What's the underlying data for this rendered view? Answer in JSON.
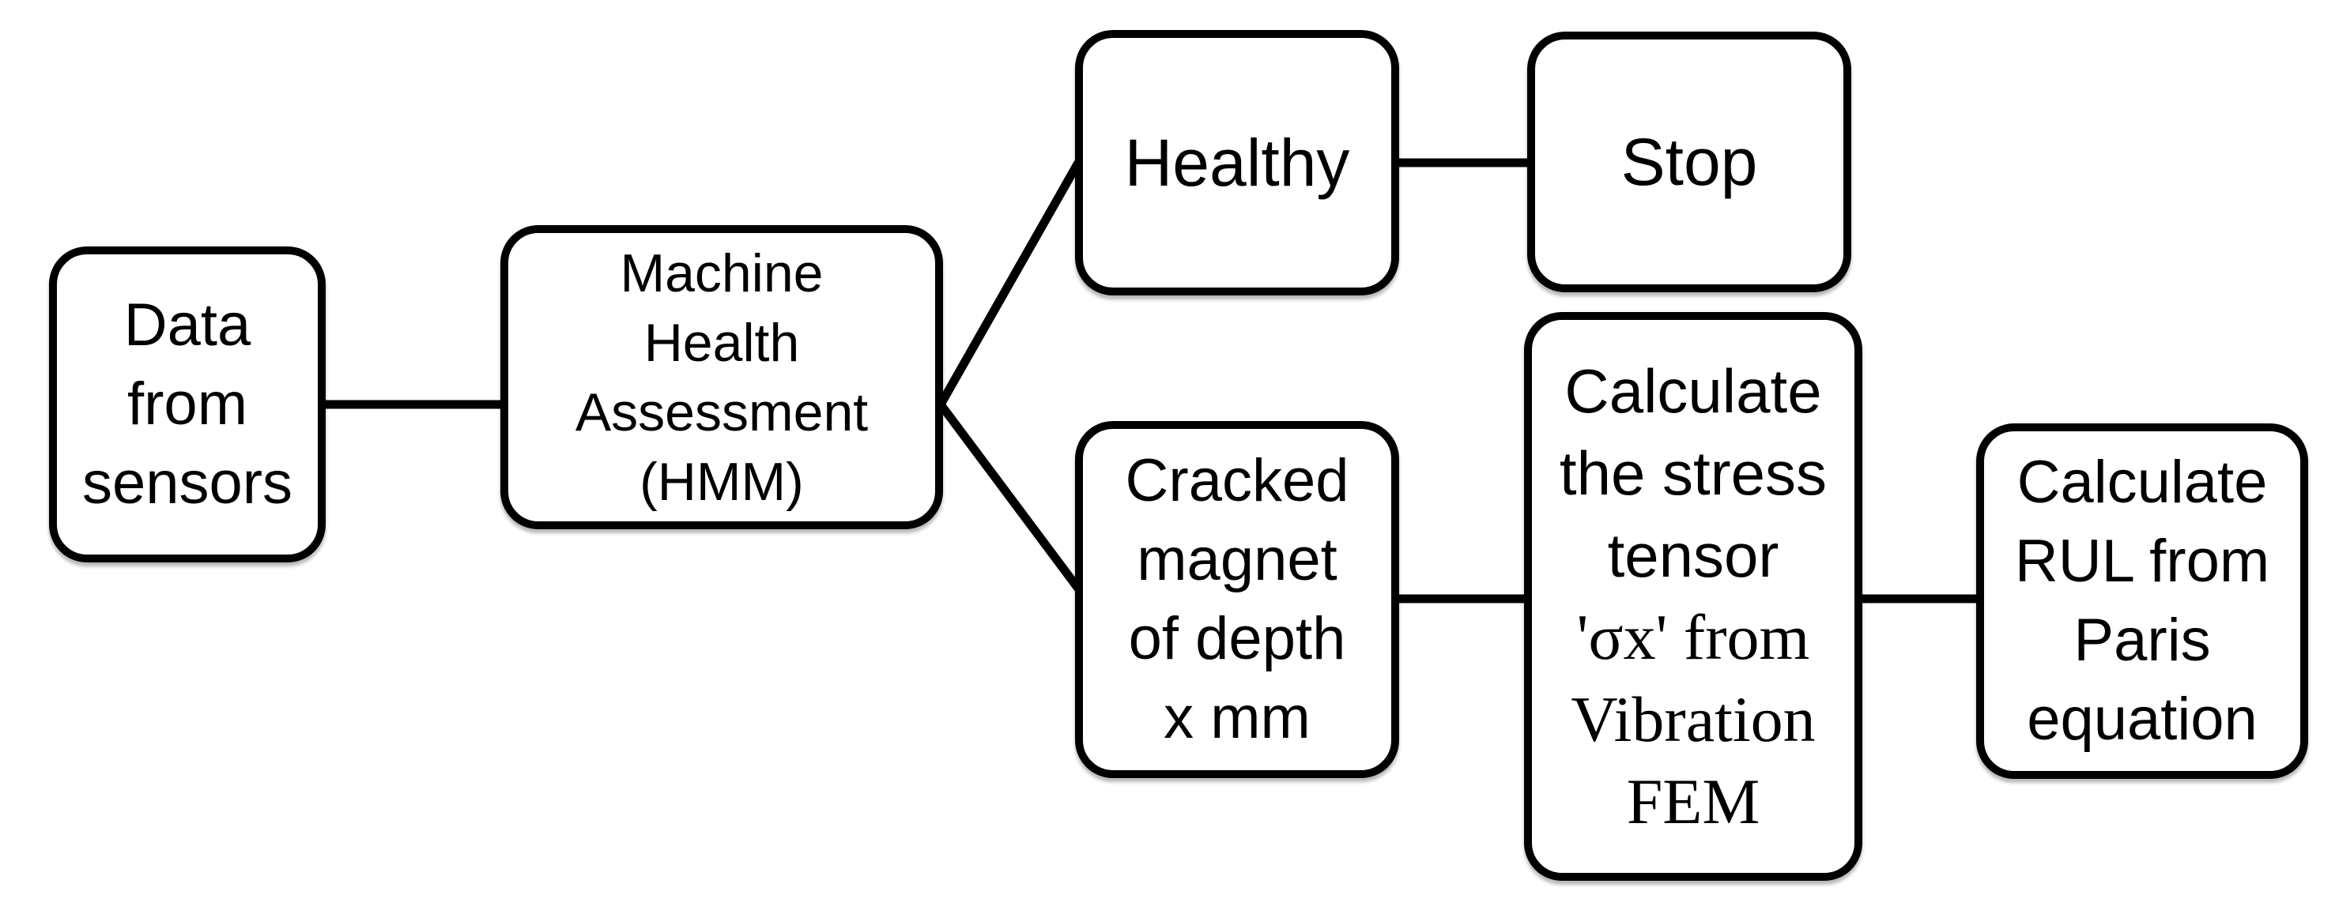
{
  "diagram": {
    "type": "flowchart",
    "background_color": "#ffffff",
    "line_color": "#000000",
    "box_fill_color": "#ffffff",
    "box_border_color": "#000000",
    "nodes": {
      "sensors": {
        "label": "Data\nfrom\nsensors"
      },
      "hmm": {
        "label": "Machine\nHealth\nAssessment\n(HMM)"
      },
      "healthy": {
        "label": "Healthy"
      },
      "stop": {
        "label": "Stop"
      },
      "cracked": {
        "label": "Cracked\nmagnet\nof depth\nx mm"
      },
      "stress": {
        "label_sans": "Calculate\nthe stress\ntensor",
        "label_serif": "'σx' from\nVibration\nFEM"
      },
      "rul": {
        "label": "Calculate\nRUL from\nParis\nequation"
      }
    },
    "edges": [
      {
        "from": "sensors",
        "to": "hmm"
      },
      {
        "from": "hmm",
        "to": "healthy"
      },
      {
        "from": "hmm",
        "to": "cracked"
      },
      {
        "from": "healthy",
        "to": "stop"
      },
      {
        "from": "cracked",
        "to": "stress"
      },
      {
        "from": "stress",
        "to": "rul"
      }
    ]
  }
}
